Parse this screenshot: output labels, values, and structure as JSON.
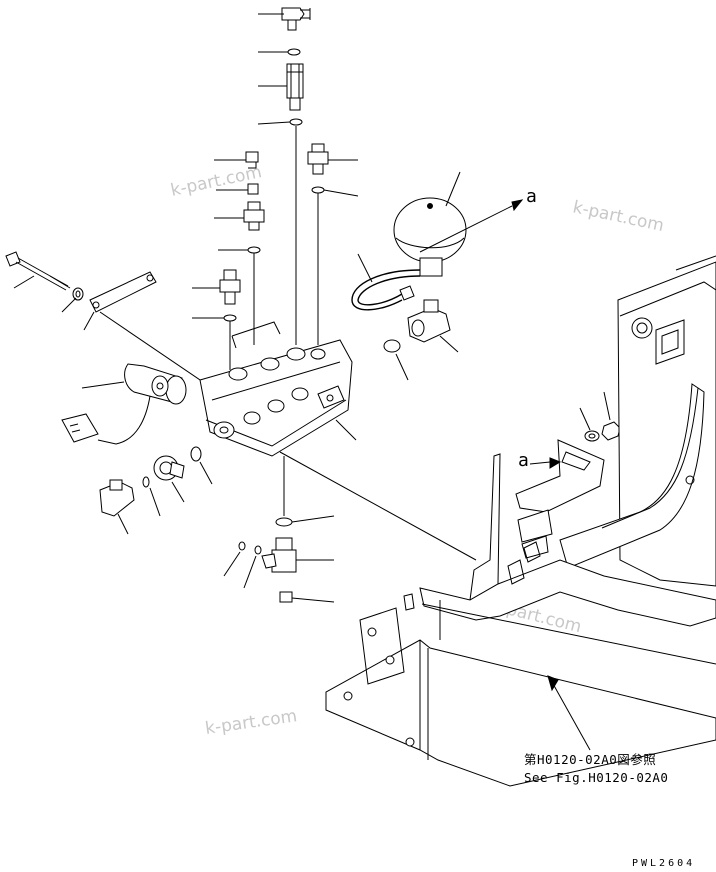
{
  "diagram": {
    "arrow_labels": {
      "top": "a",
      "bracket": "a"
    },
    "reference_note": {
      "line_jp": "第H0120-02A0図参照",
      "line_en": "See Fig.H0120-02A0"
    },
    "drawing_code": "PWL2604",
    "watermarks": [
      "k-part.com",
      "k-part.com",
      "k-part.com",
      "k-part.com"
    ]
  }
}
